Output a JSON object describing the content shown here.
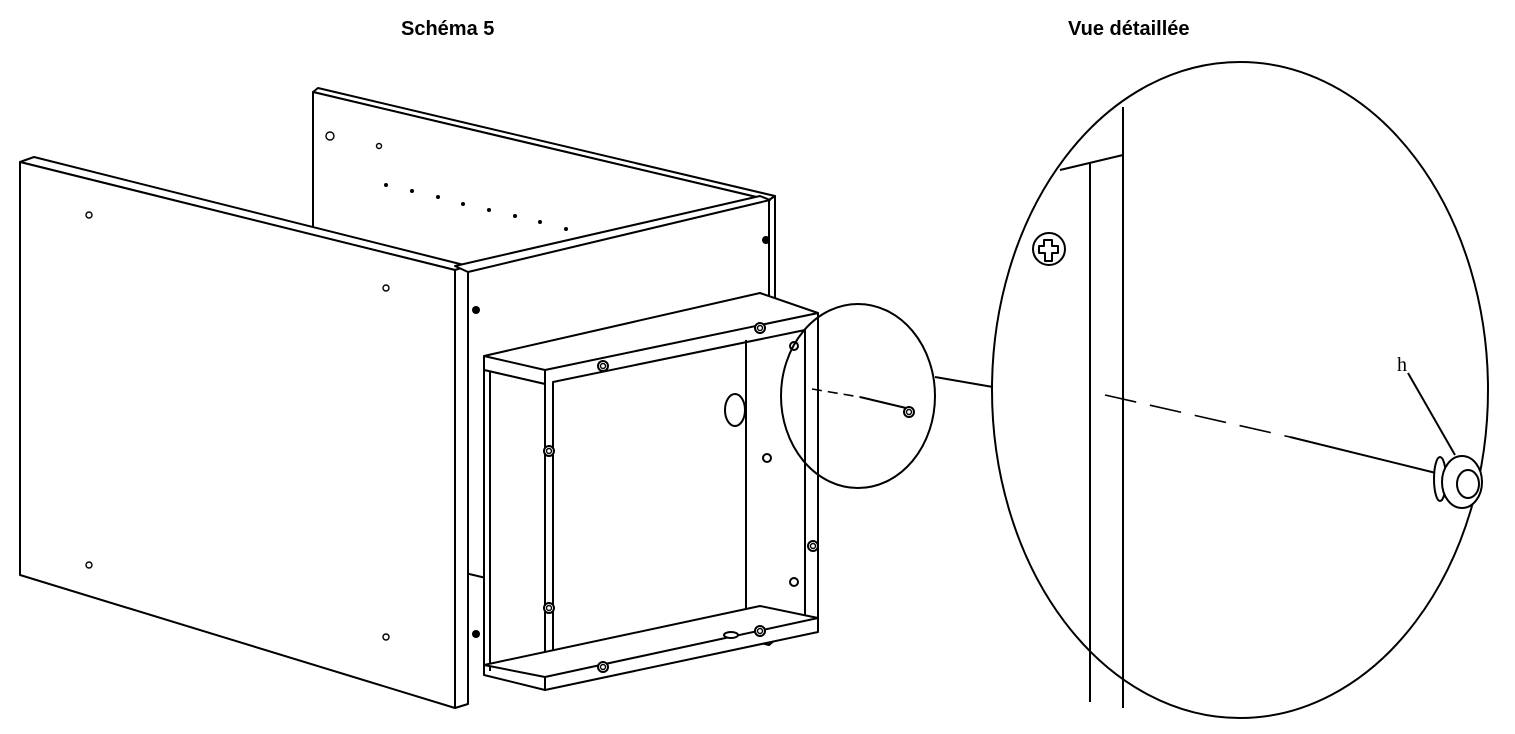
{
  "captions": {
    "main": "Schéma 5",
    "detail": "Vue détaillée"
  },
  "labels": {
    "part_h": "h"
  }
}
